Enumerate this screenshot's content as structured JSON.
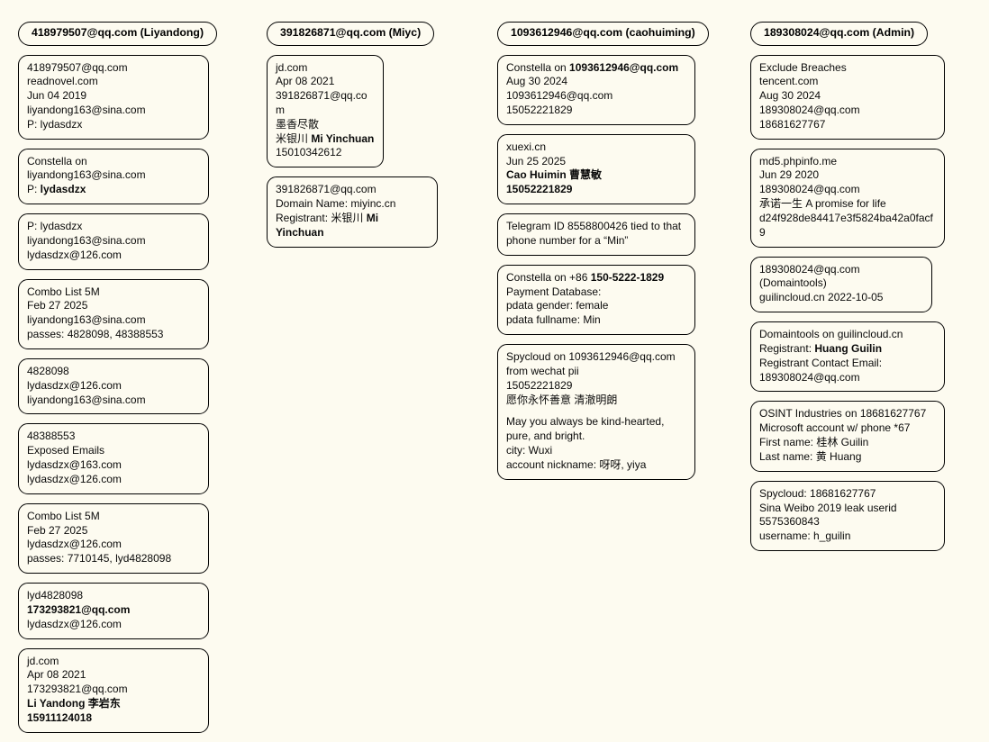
{
  "canvas": {
    "background_color": "#fdfbf0",
    "border_color": "#000000",
    "text_color": "#0a0a0a"
  },
  "columns": [
    {
      "id": "col-1",
      "header": "418979507@qq.com (Liyandong)",
      "cards": [
        {
          "name": "readnovel-breach-card",
          "lines": [
            {
              "t": "418979507@qq.com"
            },
            {
              "t": "readnovel.com"
            },
            {
              "t": "Jun 04 2019"
            },
            {
              "t": "liyandong163@sina.com"
            },
            {
              "t": "P: lydasdzx"
            }
          ]
        },
        {
          "name": "constella-liyandong-card",
          "lines": [
            {
              "t": "Constella on"
            },
            {
              "t": "liyandong163@sina.com"
            },
            {
              "t": "P: lydasdzx",
              "bold_tail": true
            }
          ]
        },
        {
          "name": "password-pivot-card",
          "lines": [
            {
              "t": "P: lydasdzx"
            },
            {
              "t": "liyandong163@sina.com"
            },
            {
              "t": "lydasdzx@126.com"
            }
          ]
        },
        {
          "name": "combo-list-5m-card-1",
          "lines": [
            {
              "t": "Combo List 5M"
            },
            {
              "t": "Feb 27 2025"
            },
            {
              "t": "liyandong163@sina.com"
            },
            {
              "t": "passes: 4828098, 48388553"
            }
          ]
        },
        {
          "name": "pass-4828098-card",
          "lines": [
            {
              "t": "4828098"
            },
            {
              "t": "lydasdzx@126.com"
            },
            {
              "t": "liyandong163@sina.com"
            }
          ]
        },
        {
          "name": "pass-48388553-card",
          "lines": [
            {
              "t": "48388553"
            },
            {
              "t": "Exposed Emails"
            },
            {
              "t": "lydasdzx@163.com"
            },
            {
              "t": "lydasdzx@126.com"
            }
          ]
        },
        {
          "name": "combo-list-5m-card-2",
          "lines": [
            {
              "t": "Combo List 5M"
            },
            {
              "t": "Feb 27 2025"
            },
            {
              "t": "lydasdzx@126.com"
            },
            {
              "t": "passes: 7710145, lyd4828098"
            }
          ]
        },
        {
          "name": "lyd4828098-pivot-card",
          "lines": [
            {
              "t": "lyd4828098"
            },
            {
              "t": "173293821@qq.com",
              "bold": true
            },
            {
              "t": "lydasdzx@126.com"
            }
          ]
        },
        {
          "name": "jd-com-liyandong-card",
          "lines": [
            {
              "t": "jd.com"
            },
            {
              "t": "Apr 08 2021"
            },
            {
              "t": "173293821@qq.com"
            },
            {
              "t": "Li Yandong 李岩东",
              "bold": true
            },
            {
              "t": "15911124018",
              "bold": true
            }
          ]
        }
      ]
    },
    {
      "id": "col-2",
      "header": "391826871@qq.com (Miyc)",
      "cards": [
        {
          "name": "jd-com-miyc-card",
          "lines": [
            {
              "t": "jd.com"
            },
            {
              "t": "Apr 08 2021"
            },
            {
              "t": "391826871@qq.com"
            },
            {
              "t": "墨香尽散"
            },
            {
              "t": "米银川 Mi Yinchuan",
              "bold_tail_from": "米银川 "
            },
            {
              "t": "15010342612"
            }
          ]
        },
        {
          "name": "miyinc-domain-card",
          "wide": true,
          "lines": [
            {
              "t": "391826871@qq.com"
            },
            {
              "t": "Domain Name: miyinc.cn"
            },
            {
              "t": "Registrant: 米银川 Mi Yinchuan",
              "bold_tail_from": "Registrant: 米银川 "
            }
          ]
        }
      ]
    },
    {
      "id": "col-3",
      "header": "1093612946@qq.com (caohuiming)",
      "cards": [
        {
          "name": "constella-caohuiming-card",
          "lines": [
            {
              "t": "Constella on 1093612946@qq.com",
              "bold_tail_from": "Constella on "
            },
            {
              "t": "Aug 30 2024"
            },
            {
              "t": "1093612946@qq.com"
            },
            {
              "t": "15052221829"
            }
          ]
        },
        {
          "name": "xuexi-cn-card",
          "lines": [
            {
              "t": "xuexi.cn"
            },
            {
              "t": "Jun 25 2025"
            },
            {
              "t": "Cao Huimin 曹慧敏",
              "bold": true
            },
            {
              "t": "15052221829",
              "bold": true
            }
          ]
        },
        {
          "name": "telegram-id-card",
          "lines": [
            {
              "t": "Telegram ID 8558800426 tied to that"
            },
            {
              "t": "phone number for a “Min”"
            }
          ]
        },
        {
          "name": "constella-phone-card",
          "lines": [
            {
              "t": "Constella on +86 150-5222-1829",
              "bold_tail_from": "Constella on +86 "
            },
            {
              "t": "Payment Database:"
            },
            {
              "t": "pdata gender: female"
            },
            {
              "t": "pdata fullname: Min"
            }
          ]
        },
        {
          "name": "spycloud-wechat-card",
          "lines": [
            {
              "t": "Spycloud on 1093612946@qq.com"
            },
            {
              "t": "from wechat pii"
            },
            {
              "t": "15052221829"
            },
            {
              "t": "愿你永怀善意 清澈明朗"
            },
            {
              "spacer": true
            },
            {
              "t": "May you always be kind-hearted,"
            },
            {
              "t": "pure, and bright."
            },
            {
              "t": "city: Wuxi"
            },
            {
              "t": "account nickname: 呀呀, yiya"
            }
          ]
        }
      ]
    },
    {
      "id": "col-4",
      "header": "189308024@qq.com (Admin)",
      "cards": [
        {
          "name": "exclude-breaches-tencent-card",
          "lines": [
            {
              "t": "Exclude Breaches"
            },
            {
              "t": "tencent.com"
            },
            {
              "t": "Aug 30 2024"
            },
            {
              "t": "189308024@qq.com"
            },
            {
              "t": "18681627767"
            }
          ]
        },
        {
          "name": "md5-phpinfo-card",
          "lines": [
            {
              "t": "md5.phpinfo.me"
            },
            {
              "t": "Jun 29 2020"
            },
            {
              "t": "189308024@qq.com"
            },
            {
              "t": "承诺一生 A promise for life"
            },
            {
              "t": "d24f928de84417e3f5824ba42a0facf9"
            }
          ]
        },
        {
          "name": "domaintools-lookup-card",
          "narrow": true,
          "lines": [
            {
              "t": "189308024@qq.com (Domaintools)"
            },
            {
              "t": "guilincloud.cn 2022-10-05"
            }
          ]
        },
        {
          "name": "domaintools-registrant-card",
          "lines": [
            {
              "t": "Domaintools on guilincloud.cn"
            },
            {
              "t": "Registrant: Huang Guilin",
              "bold_tail_from": "Registrant: "
            },
            {
              "t": "Registrant Contact Email:"
            },
            {
              "t": "189308024@qq.com"
            }
          ]
        },
        {
          "name": "osint-industries-card",
          "lines": [
            {
              "t": "OSINT Industries on 18681627767"
            },
            {
              "t": "Microsoft account w/ phone *67"
            },
            {
              "t": "First name: 桂林 Guilin"
            },
            {
              "t": "Last name: 黄 Huang"
            }
          ]
        },
        {
          "name": "spycloud-sina-weibo-card",
          "lines": [
            {
              "t": "Spycloud: 18681627767"
            },
            {
              "t": "Sina Weibo 2019 leak userid"
            },
            {
              "t": "5575360843"
            },
            {
              "t": "username: h_guilin"
            }
          ]
        }
      ]
    }
  ]
}
